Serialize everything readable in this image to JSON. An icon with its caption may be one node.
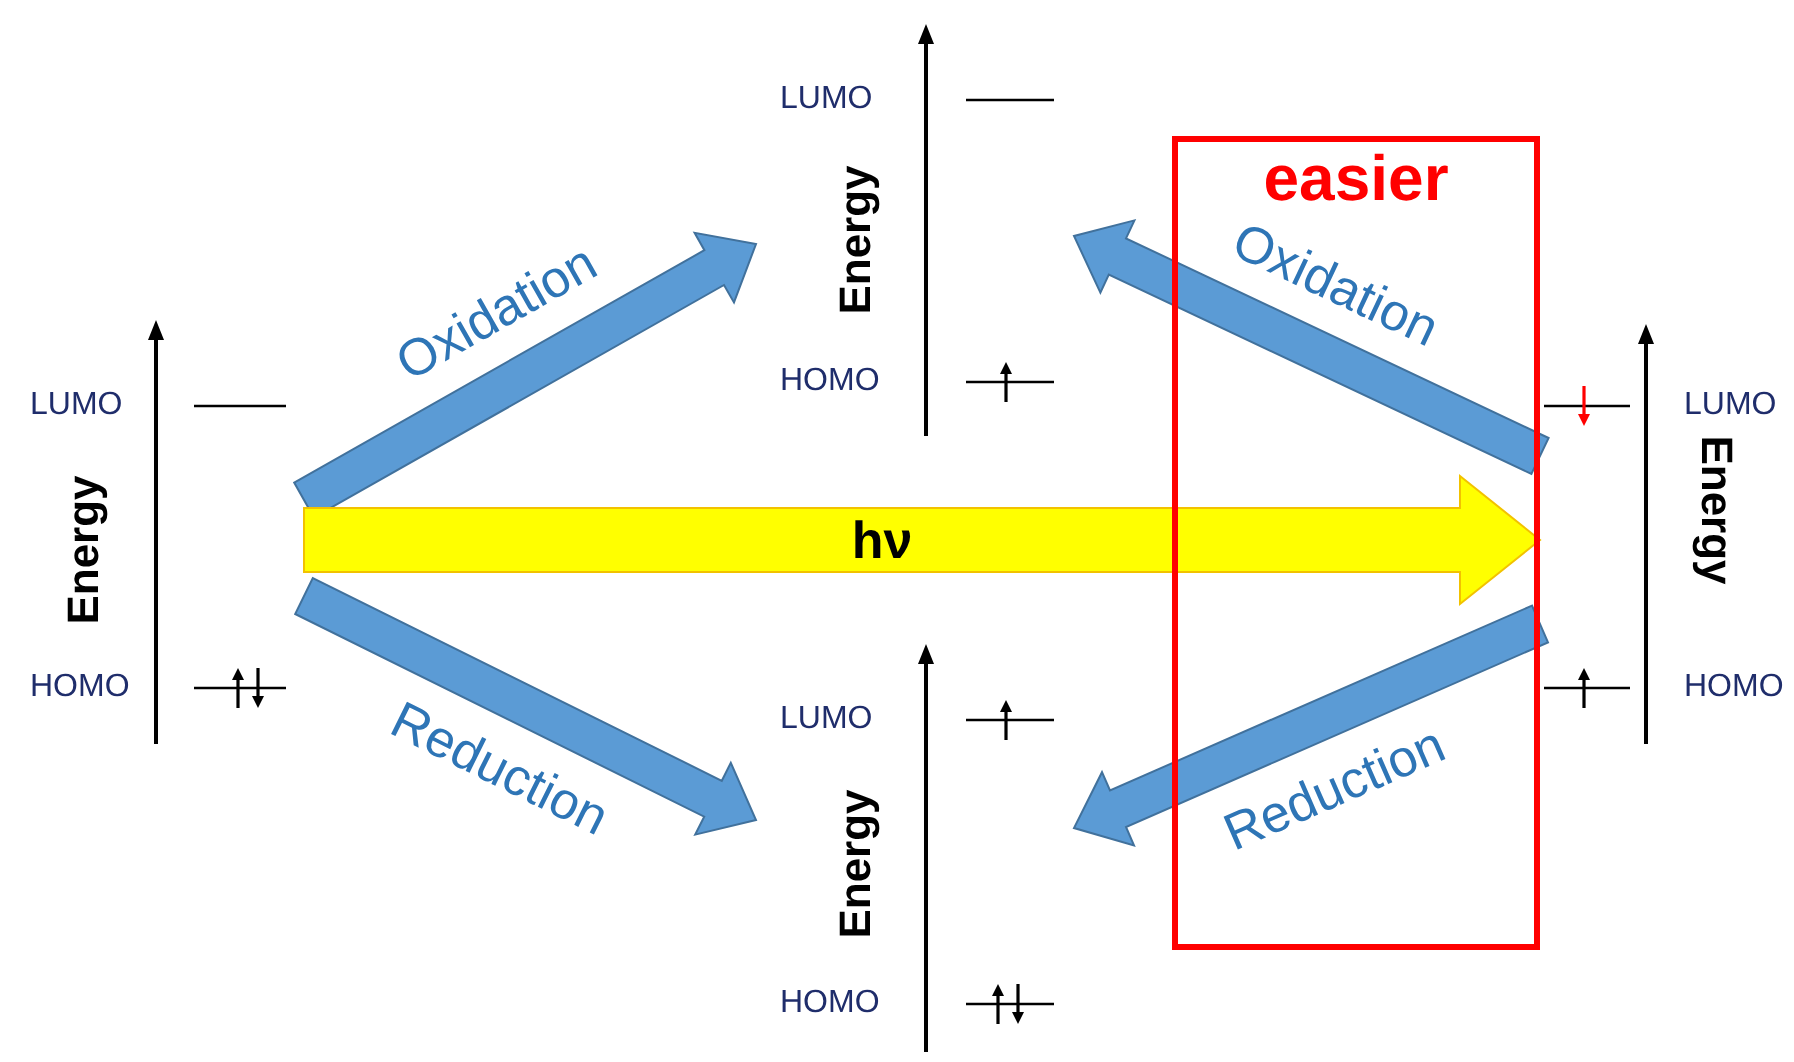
{
  "diagram": {
    "nodes": [
      {
        "text": [
          "Energy",
          "LUMO",
          "HOMO"
        ]
      },
      {
        "text": [
          "Energy",
          "LUMO",
          "HOMO"
        ]
      },
      {
        "text": [
          "Energy",
          "LUMO",
          "HOMO"
        ]
      },
      {
        "text": [
          "Energy",
          "LUMO",
          "HOMO"
        ]
      },
      {
        "text": [
          "easier"
        ]
      }
    ],
    "edges": [
      {
        "from": 0,
        "to": 1,
        "arrow": "to",
        "label": "Oxidation",
        "style": "thick"
      },
      {
        "from": 0,
        "to": 2,
        "arrow": "to",
        "label": "Reduction",
        "style": "thick"
      },
      {
        "from": 0,
        "to": 3,
        "arrow": "to",
        "label": "hν",
        "style": "thick",
        "color": "#ffff00"
      },
      {
        "from": 3,
        "to": 1,
        "arrow": "to",
        "label": "Oxidation",
        "style": "thick"
      },
      {
        "from": 3,
        "to": 2,
        "arrow": "to",
        "label": "Reduction",
        "style": "thick"
      }
    ]
  }
}
